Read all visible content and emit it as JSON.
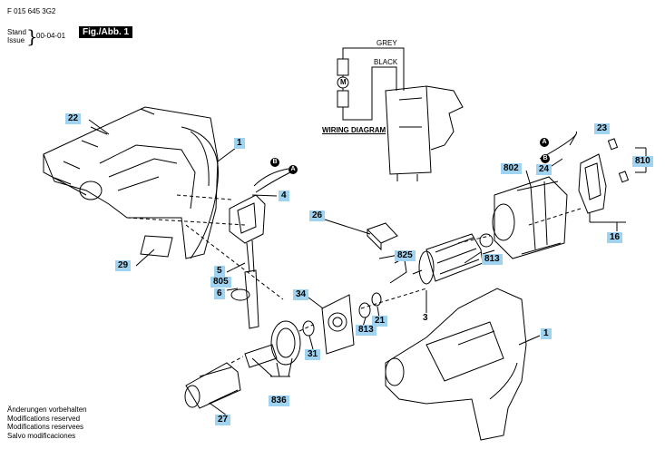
{
  "header": {
    "part_number": "F 015 645 3G2",
    "stand_label": "Stand",
    "issue_label": "Issue",
    "date": "00-04-01",
    "fig_label": "Fig./Abb. 1"
  },
  "wiring": {
    "title": "WIRING DIAGRAM",
    "grey": "GREY",
    "black": "BLACK",
    "motor": "M",
    "badge_a": "A",
    "badge_b": "B"
  },
  "notes": [
    "Änderungen vorbehalten",
    "Modifications reserved",
    "Modifications reservees",
    "Salvo modificaciones"
  ],
  "part_labels": {
    "p1_top": "1",
    "p1_bottom": "1",
    "p3": "3",
    "p4": "4",
    "p5": "5",
    "p6": "6",
    "p16": "16",
    "p21": "21",
    "p22": "22",
    "p23": "23",
    "p24": "24",
    "p26": "26",
    "p27": "27",
    "p29": "29",
    "p31": "31",
    "p34": "34",
    "p802": "802",
    "p805": "805",
    "p810": "810",
    "p813_right": "813",
    "p813_left": "813",
    "p825": "825",
    "p836": "836"
  },
  "colors": {
    "label_highlight": "#9fd3f0",
    "line": "#000000"
  }
}
